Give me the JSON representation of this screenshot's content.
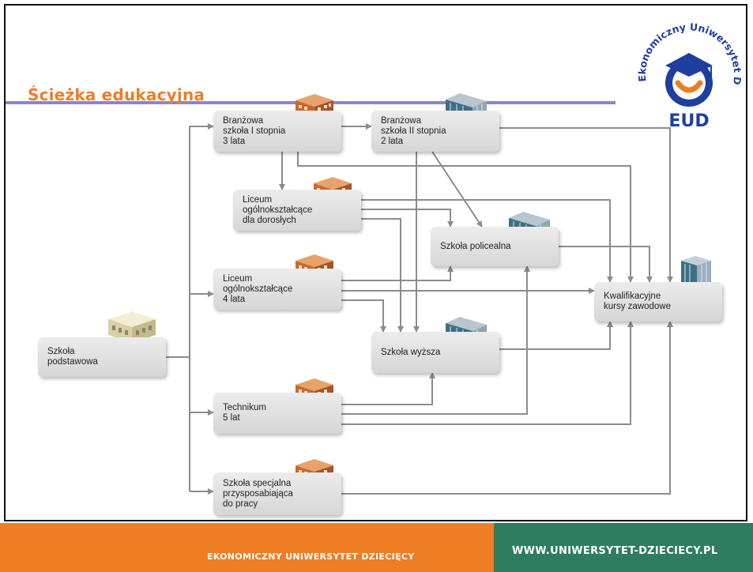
{
  "title": "Ścieżka edukacyjna",
  "logo": {
    "arc_text": "Ekonomiczny Uniwersytet Dziecięcy",
    "abbrev": "EUD",
    "colors": {
      "blue": "#1e3fa0",
      "orange": "#ef7d23"
    }
  },
  "nodes": {
    "podstawowa": "Szkoła\npodstawowa",
    "branzowa1": "Branżowa\nszkoła I stopnia\n3 lata",
    "branzowa2": "Branżowa\nszkoła II stopnia\n2 lata",
    "liceum_dorosli": "Liceum\nogólnokształcące\ndla dorosłych",
    "liceum": "Liceum\nogólnokształcące\n4 lata",
    "policealna": "Szkoła policealna",
    "wyzsza": "Szkoła wyższa",
    "kwalifikacyjne": "Kwalifikacyjne\nkursy zawodowe",
    "technikum": "Technikum\n5 lat",
    "specjalna": "Szkoła specjalna\nprzysposabiająca\ndo pracy"
  },
  "footer": {
    "left_text": "EKONOMICZNY UNIWERSYTET DZIECIĘCY",
    "right_text": "WWW.UNIWERSYTET-DZIECIECY.PL"
  },
  "colors": {
    "orange": "#ef7d23",
    "green": "#2e7d60",
    "rule": "#8a86c9",
    "arrow": "#8c8c8c"
  }
}
